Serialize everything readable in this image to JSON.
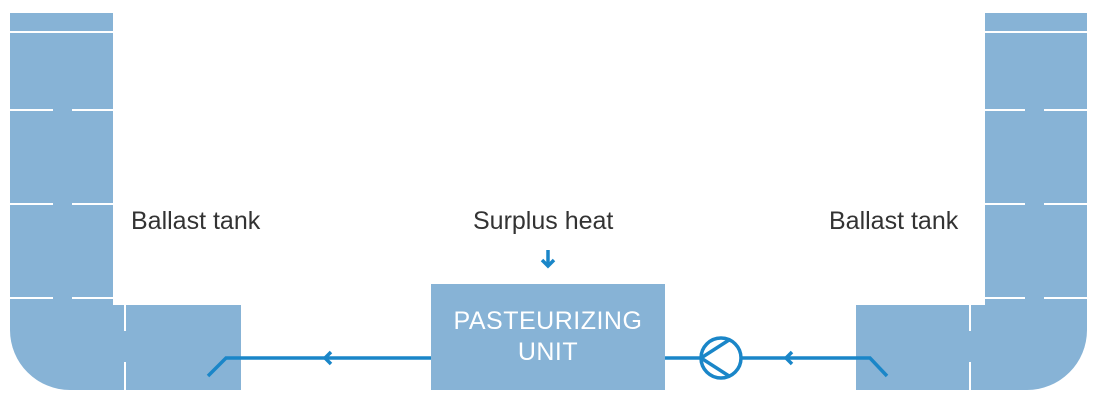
{
  "labels": {
    "left_tank": "Ballast tank",
    "right_tank": "Ballast tank",
    "surplus_heat": "Surplus heat",
    "unit_line1": "PASTEURIZING",
    "unit_line2": "UNIT"
  },
  "colors": {
    "tank": "#87b3d6",
    "pipe": "#1a86c8",
    "text": "#333333"
  }
}
